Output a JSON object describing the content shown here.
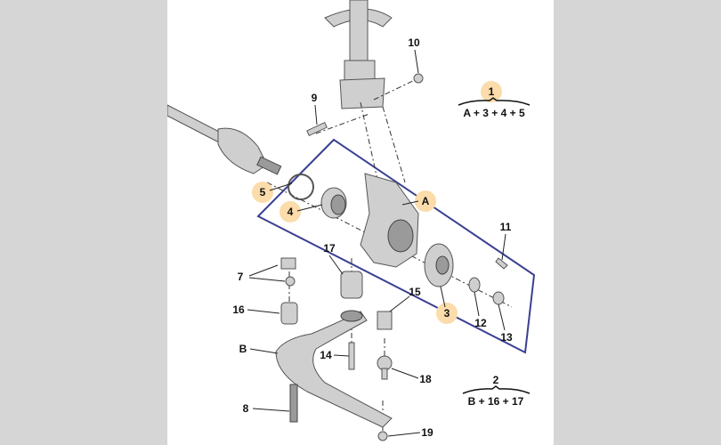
{
  "diagram": {
    "callouts": {
      "n10": "10",
      "n9": "9",
      "n1": "1",
      "n5": "5",
      "n4": "4",
      "nA": "A",
      "n11": "11",
      "n7": "7",
      "n17": "17",
      "n15": "15",
      "n16": "16",
      "n3": "3",
      "n12": "12",
      "n13": "13",
      "nB": "B",
      "n14": "14",
      "n18": "18",
      "n2": "2",
      "n8": "8",
      "n19": "19"
    },
    "kits": [
      {
        "number": "1",
        "formula": "A + 3 + 4 + 5"
      },
      {
        "number": "2",
        "formula": "B + 16 + 17"
      }
    ],
    "colors": {
      "highlight": "#fbdcaa",
      "outline": "#3a3f92",
      "background": "#d6d6d6"
    }
  }
}
